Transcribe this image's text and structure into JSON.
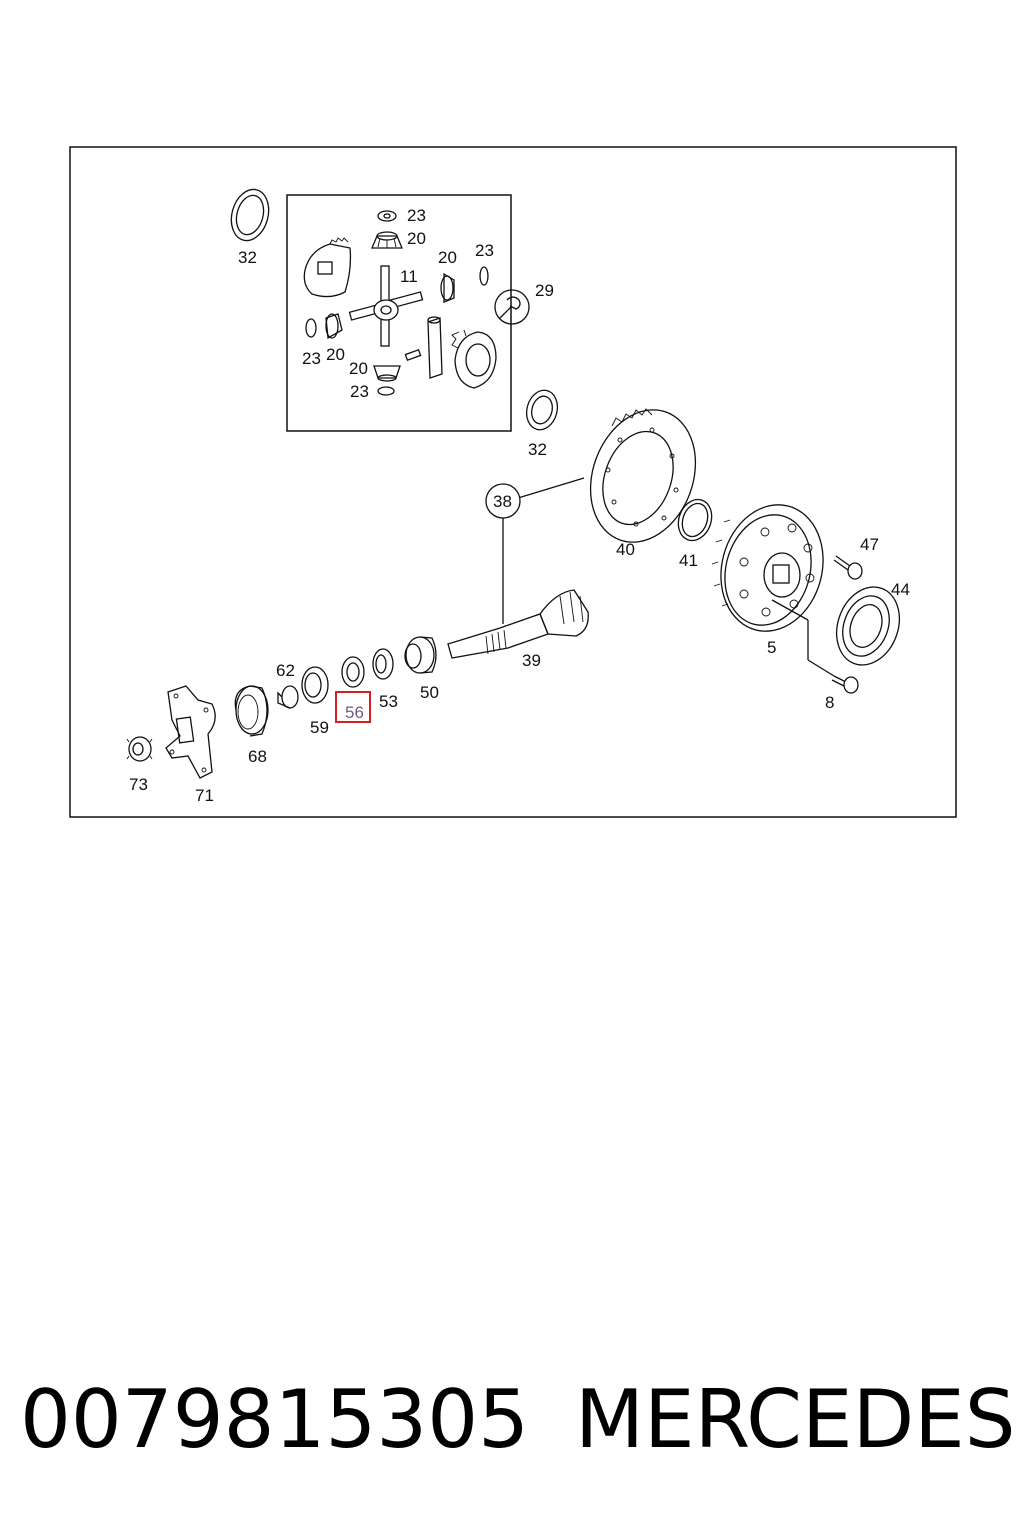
{
  "callouts": {
    "c32a": "32",
    "c23a": "23",
    "c20a": "20",
    "c11": "11",
    "c20b": "20",
    "c23b": "23",
    "c29": "29",
    "c23c": "23",
    "c20c": "20",
    "c20d": "20",
    "c23d": "23",
    "c32b": "32",
    "c38": "38",
    "c40": "40",
    "c41": "41",
    "c47": "47",
    "c44": "44",
    "c5": "5",
    "c8": "8",
    "c39": "39",
    "c62": "62",
    "c59": "59",
    "c56": "56",
    "c53": "53",
    "c50": "50",
    "c68": "68",
    "c73": "73",
    "c71": "71"
  },
  "highlight": {
    "part": "56",
    "color": "#d42020"
  },
  "caption": {
    "part_number": "0079815305",
    "brand": "MERCEDES"
  }
}
